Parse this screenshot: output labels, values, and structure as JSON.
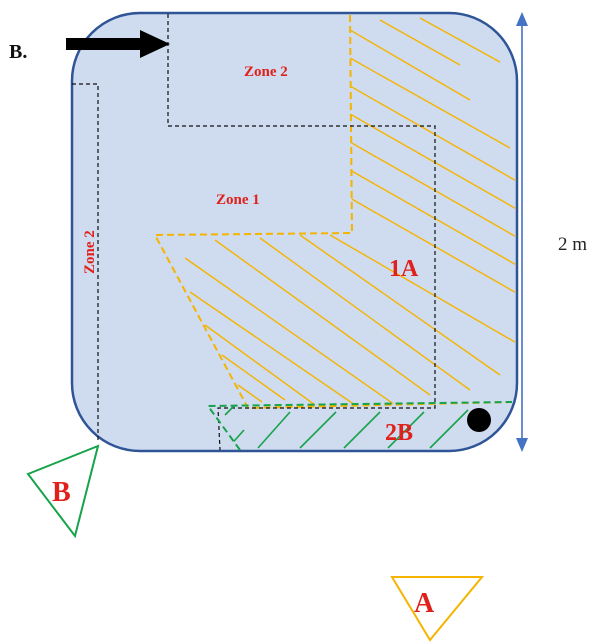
{
  "labels": {
    "entry_marker": "B.",
    "zone2_top": "Zone 2",
    "zone1": "Zone 1",
    "zone2_left": "Zone 2",
    "area_1a": "1A",
    "area_2b": "2B",
    "marker_b": "B",
    "marker_a": "A",
    "dimension": "2 m"
  },
  "colors": {
    "plate_fill": "#cfdbee",
    "plate_stroke": "#2f5597",
    "hatch_orange": "#f4b400",
    "hatch_green": "#16a34a",
    "label_red": "#e0211b",
    "dimension_arrow": "#4472c4",
    "zone_boundary": "#111111"
  },
  "icons": {
    "entry_arrow": "right-arrow-icon",
    "point_marker": "filled-circle-icon",
    "marker_b": "triangle-icon",
    "marker_a": "triangle-icon"
  }
}
